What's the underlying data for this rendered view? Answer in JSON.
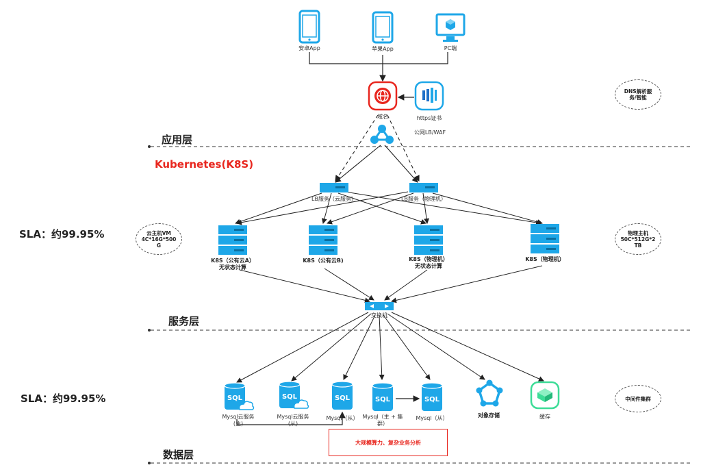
{
  "clients": {
    "android": "安卓App",
    "apple": "苹果App",
    "pc": "PC端"
  },
  "gateway": {
    "domain": "域名",
    "https": "https证书",
    "waf": "公网LB/WAF",
    "dns": "DNS解析服务/智能"
  },
  "layers": {
    "app": "应用层",
    "service": "服务层",
    "data": "数据层"
  },
  "k8s_title": "Kubernetes(K8S)",
  "sla": {
    "top": "SLA：约99.95%",
    "bottom": "SLA：约99.95%"
  },
  "lb": {
    "cloud": "LB服务（云服务）",
    "physical": "LB服务（物理机）"
  },
  "nodes": {
    "n1": "K8S（公有云A）\n无状态计算",
    "n2": "K8S（公有云B)",
    "n3": "K8S（物理机）\n无状态计算",
    "n4": "K8S（物理机）"
  },
  "notes": {
    "vm": "云主机VM\n4C*16G*500\nG",
    "physical": "物理主机\n50C*512G*2\nTB",
    "middleware": "中间件集群"
  },
  "switch": "交换机",
  "data_nodes": {
    "d1": "Mysql云服务\n(主)",
    "d2": "Mysql云服务\n(从)",
    "d3": "Mysql（从）",
    "d4": "Mysql（主 + 集\n群）",
    "d5": "Mysql（从）",
    "d6": "对象存储",
    "d7": "缓存"
  },
  "sql_text": "SQL",
  "bigdata": "大规模算力、复杂业务分析",
  "colors": {
    "accent": "#1ea7e8",
    "red": "#e8261e",
    "green": "#3ddc97"
  }
}
